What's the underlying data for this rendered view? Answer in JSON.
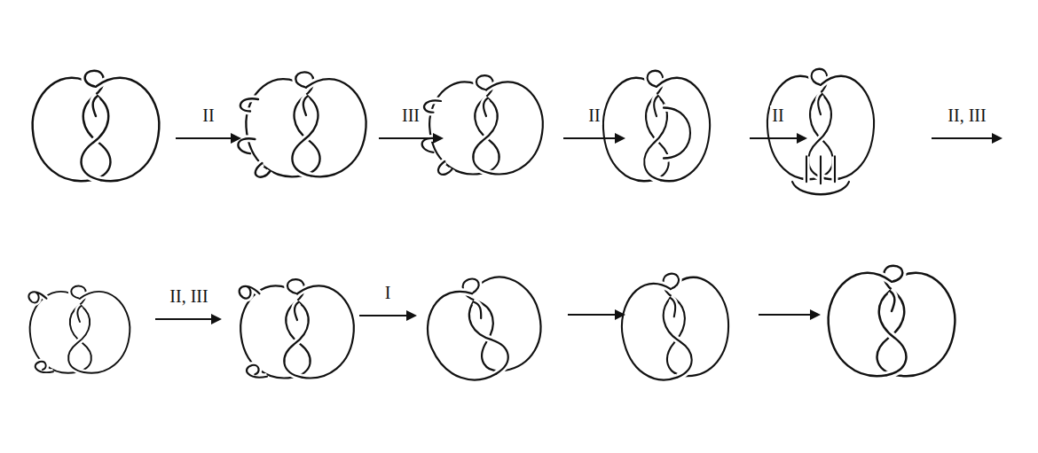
{
  "diagram": {
    "labels": [
      "II",
      "III",
      "II",
      "II",
      "II, III",
      "II, III",
      "I"
    ]
  }
}
